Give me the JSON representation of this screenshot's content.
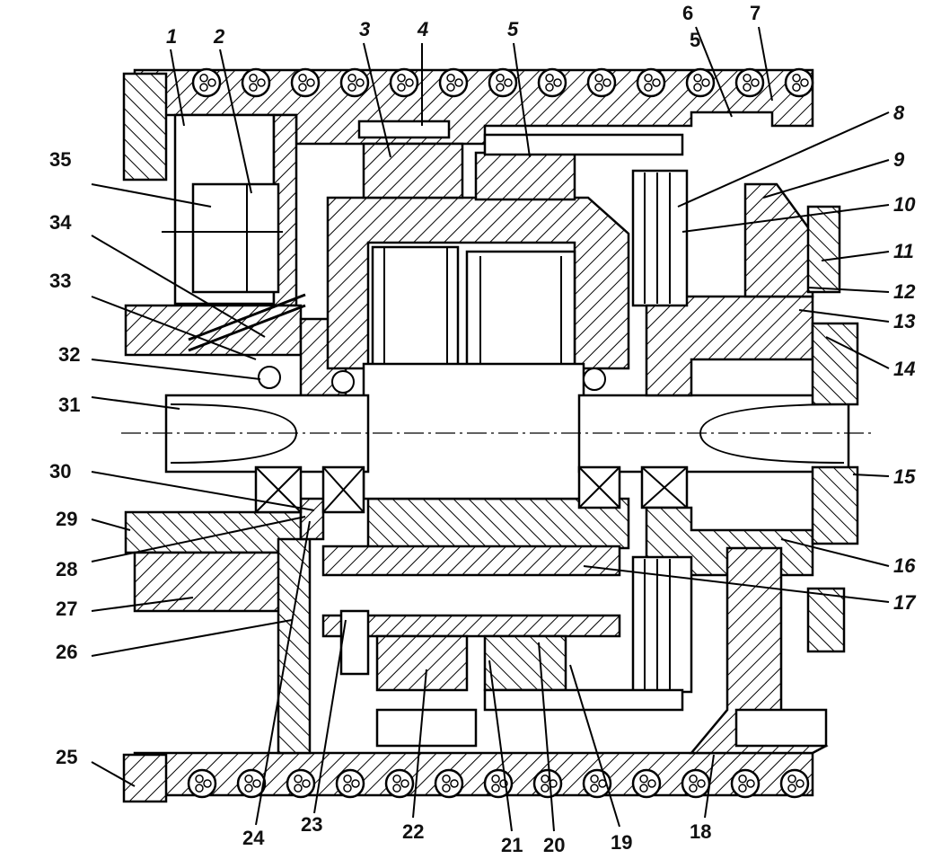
{
  "labels": [
    {
      "id": "1",
      "text": "1"
    },
    {
      "id": "2",
      "text": "2"
    },
    {
      "id": "3",
      "text": "3"
    },
    {
      "id": "4",
      "text": "4"
    },
    {
      "id": "5",
      "text": "5"
    },
    {
      "id": "6",
      "text": "6"
    },
    {
      "id": "7",
      "text": "7"
    },
    {
      "id": "8",
      "text": "8"
    },
    {
      "id": "9",
      "text": "9"
    },
    {
      "id": "10",
      "text": "10"
    },
    {
      "id": "11",
      "text": "11"
    },
    {
      "id": "12",
      "text": "12"
    },
    {
      "id": "13",
      "text": "13"
    },
    {
      "id": "14",
      "text": "14"
    },
    {
      "id": "15",
      "text": "15"
    },
    {
      "id": "16",
      "text": "16"
    },
    {
      "id": "17",
      "text": "17"
    },
    {
      "id": "18",
      "text": "18"
    },
    {
      "id": "19",
      "text": "19"
    },
    {
      "id": "20",
      "text": "20"
    },
    {
      "id": "21",
      "text": "21"
    },
    {
      "id": "22",
      "text": "22"
    },
    {
      "id": "23",
      "text": "23"
    },
    {
      "id": "24",
      "text": "24"
    },
    {
      "id": "25",
      "text": "25"
    },
    {
      "id": "26",
      "text": "26"
    },
    {
      "id": "27",
      "text": "27"
    },
    {
      "id": "28",
      "text": "28"
    },
    {
      "id": "29",
      "text": "29"
    },
    {
      "id": "30",
      "text": "30"
    },
    {
      "id": "31",
      "text": "31"
    },
    {
      "id": "32",
      "text": "32"
    },
    {
      "id": "33",
      "text": "33"
    },
    {
      "id": "34",
      "text": "34"
    },
    {
      "id": "35",
      "text": "35"
    }
  ],
  "extra_label": "5"
}
